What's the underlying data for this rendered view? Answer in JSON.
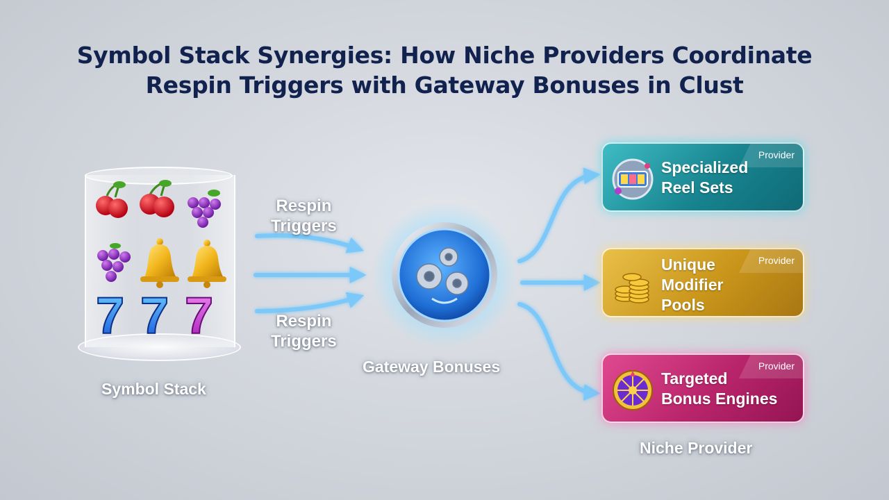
{
  "title": {
    "line1": "Symbol Stack Synergies: How Niche Providers Coordinate",
    "line2": "Respin Triggers with Gateway Bonuses in Clust"
  },
  "symbol_stack": {
    "label": "Symbol Stack",
    "symbols": [
      "cherries",
      "cherries",
      "grapes",
      "grapes",
      "bell",
      "bell",
      "7",
      "7",
      "7"
    ]
  },
  "triggers": {
    "top": [
      "Respin",
      "Triggers"
    ],
    "bottom": [
      "Respin",
      "Triggers"
    ]
  },
  "hub": {
    "label": "Gateway Bonuses",
    "icon": "gears-icon"
  },
  "providers": {
    "group_label": "Niche Provider",
    "cards": [
      {
        "lines": [
          "Specialized",
          "Reel Sets"
        ],
        "tag": "Provider",
        "icon": "reel-gear-icon",
        "color": "#1a8f99"
      },
      {
        "lines": [
          "Unique",
          "Modifier",
          "Pools"
        ],
        "tag": "Provider",
        "icon": "coin-stack-icon",
        "color": "#cf9a1d"
      },
      {
        "lines": [
          "Targeted",
          "Bonus Engines"
        ],
        "tag": "Provider",
        "icon": "bonus-wheel-icon",
        "color": "#bf2870"
      }
    ]
  },
  "colors": {
    "title": "#12224f",
    "arrow": "#7cc8f8",
    "hub": "#2e7de0"
  }
}
